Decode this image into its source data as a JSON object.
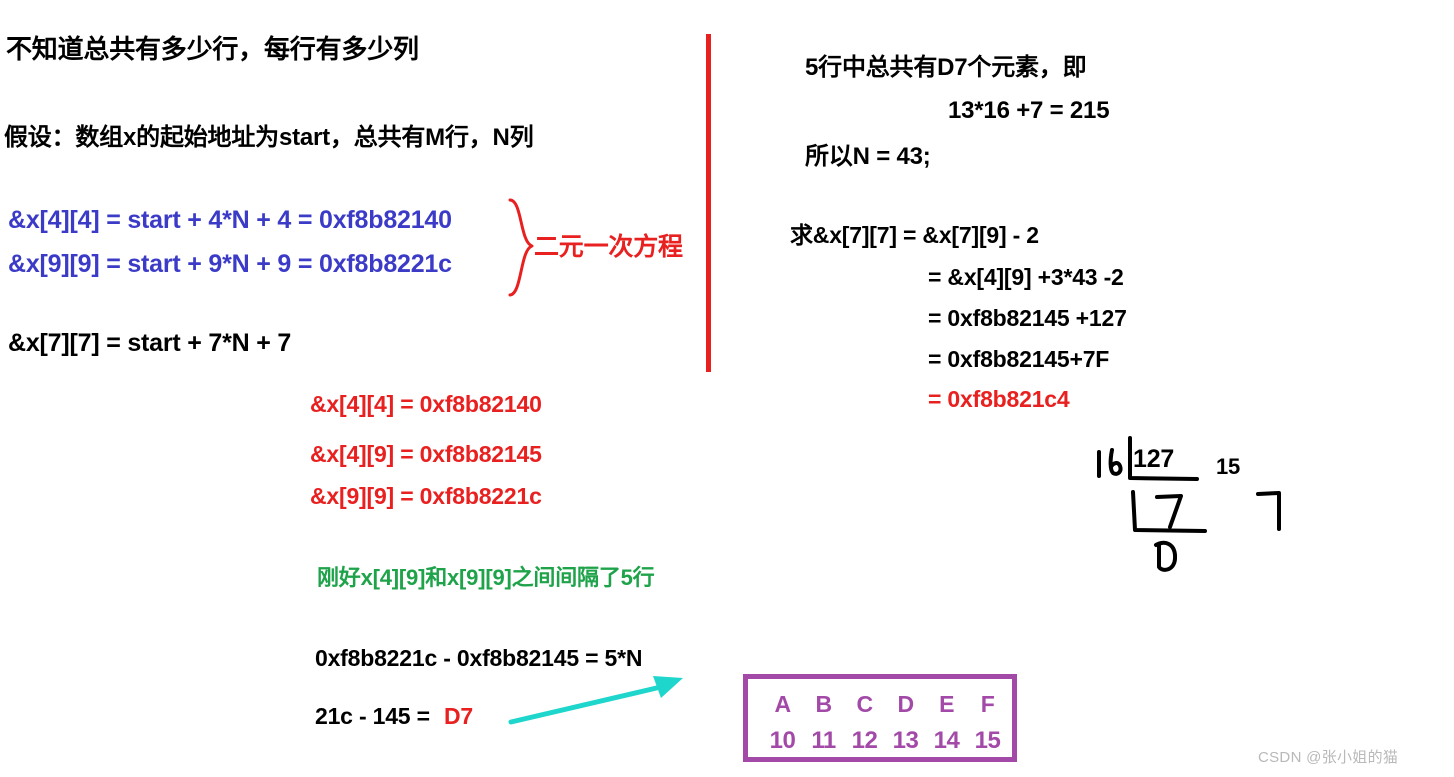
{
  "left_column": {
    "heading_1": "不知道总共有多少行，每行有多少列",
    "heading_2": "假设：数组x的起始地址为start，总共有M行，N列",
    "equations": [
      "&x[4][4] = start + 4*N + 4 = 0xf8b82140",
      "&x[9][9] = start + 9*N + 9 = 0xf8b8221c",
      "&x[7][7] = start + 7*N + 7"
    ],
    "brace_label": "二元一次方程",
    "red_addresses": [
      "&x[4][4] = 0xf8b82140",
      "&x[4][9] = 0xf8b82145",
      "&x[9][9] = 0xf8b8221c"
    ],
    "green_note": "刚好x[4][9]和x[9][9]之间间隔了5行",
    "subtraction_line": "0xf8b8221c - 0xf8b82145 = 5*N",
    "result_line_prefix": "21c - 145 = ",
    "result_line_value": "D7"
  },
  "right_column": {
    "line_1": "5行中总共有D7个元素，即",
    "line_2": "13*16 +7 = 215",
    "line_3": "所以N = 43;",
    "derivation": [
      "求&x[7][7] = &x[7][9] - 2",
      "= &x[4][9] +3*43 -2",
      "= 0xf8b82145 +127",
      "= 0xf8b82145+7F",
      "= 0xf8b821c4"
    ],
    "handwriting": {
      "dividend": "127",
      "product": "15"
    }
  },
  "hex_box": {
    "letters": [
      "A",
      "B",
      "C",
      "D",
      "E",
      "F"
    ],
    "values": [
      "10",
      "11",
      "12",
      "13",
      "14",
      "15"
    ]
  },
  "watermark": "CSDN @张小姐的猫",
  "colors": {
    "black": "#000000",
    "blue": "#3b3bc7",
    "red": "#e8201f",
    "green": "#1fa34a",
    "purple": "#a34aa8",
    "cyan": "#1fd6cc"
  }
}
